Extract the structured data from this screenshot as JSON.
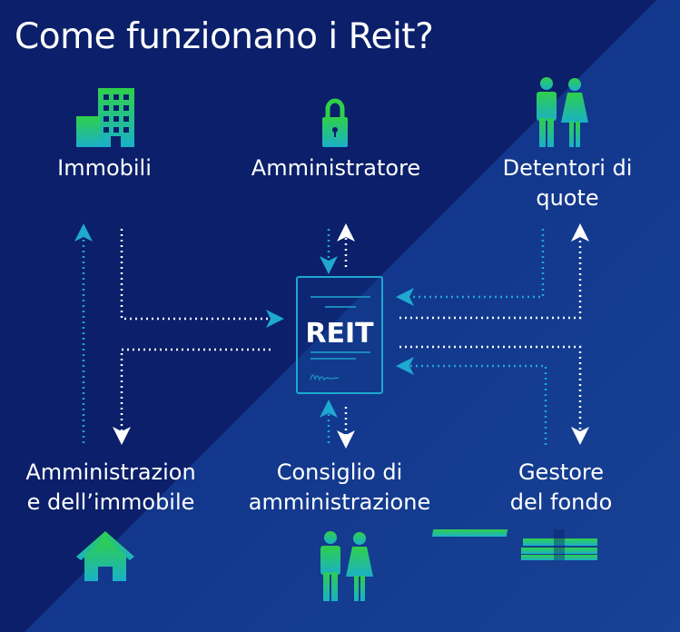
{
  "title": "Come funzionano i Reit?",
  "center": {
    "label": "REIT"
  },
  "nodes": {
    "top_left": "Immobili",
    "top_center": "Amministratore",
    "top_right": [
      "Detentori di",
      "quote"
    ],
    "bottom_left": [
      "Amministrazion",
      "e dell’immobile"
    ],
    "bottom_center": [
      "Consiglio di",
      "amministrazione"
    ],
    "bottom_right": [
      "Gestore",
      "del fondo"
    ]
  },
  "icons": {
    "top_left": "building-icon",
    "top_center": "lock-icon",
    "top_right": "people-icon",
    "bottom_left": "house-icon",
    "bottom_center": "people-icon",
    "bottom_right": "money-icon"
  },
  "colors": {
    "cyan": "#1fa8d0",
    "white": "#ffffff",
    "green": "#2fd04a",
    "teal": "#1ab0c8",
    "bg": "#0b1f6a"
  }
}
